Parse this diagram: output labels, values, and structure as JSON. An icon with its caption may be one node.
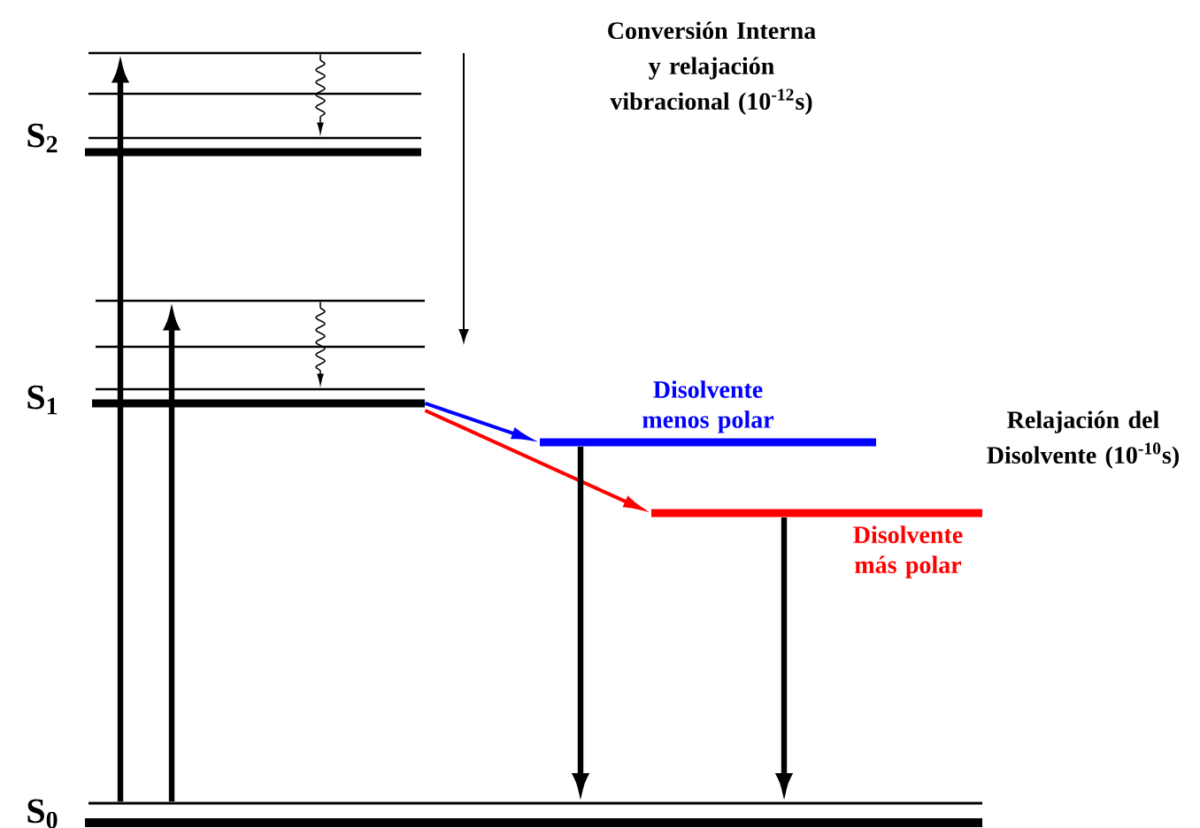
{
  "diagram": {
    "nodes": [
      {
        "text": [],
        "shape": "bar"
      },
      {
        "text": [],
        "shape": "bar"
      },
      {
        "text": [],
        "shape": "bar"
      },
      {
        "text": [],
        "shape": "bar",
        "beside": [
          "S$_{2}$"
        ]
      },
      {
        "text": [],
        "shape": "bar"
      },
      {
        "text": [],
        "shape": "bar"
      },
      {
        "text": [],
        "shape": "bar"
      },
      {
        "text": [],
        "shape": "bar",
        "beside": [
          "S$_{1}$"
        ]
      },
      {
        "text": [
          "Disolvente menos polar"
        ]
      },
      {
        "text": [
          "Disolvente más polar"
        ]
      },
      {
        "text": [],
        "shape": "bar"
      },
      {
        "text": [],
        "shape": "bar",
        "beside": [
          "S$_{0}$"
        ]
      }
    ],
    "edges": [
      {
        "from": 10,
        "to": 0,
        "arrow": "to"
      },
      {
        "from": 10,
        "to": 4,
        "arrow": "to"
      },
      {
        "from": 0,
        "to": 2,
        "arrow": "to"
      },
      {
        "from": 4,
        "to": 6,
        "arrow": "to"
      },
      {
        "from": 7,
        "to": 8,
        "arrow": "to",
        "color": "#0000ff"
      },
      {
        "from": 7,
        "to": 9,
        "arrow": "to",
        "color": "#ff0000"
      },
      {
        "from": 8,
        "to": 10,
        "arrow": "to"
      },
      {
        "from": 9,
        "to": 10,
        "arrow": "to"
      }
    ],
    "labels": [
      "Conversión Interna y relajación vibracional (10$^{-12}$s)",
      "Relajación del Disolvente (10$^{-10}$s)"
    ]
  }
}
